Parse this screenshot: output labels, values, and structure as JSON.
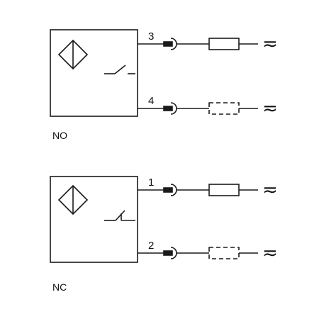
{
  "diagrams": [
    {
      "caption": "NO",
      "switch_type": "normally-open",
      "pins": [
        {
          "number": "3",
          "load": "resistor-solid",
          "supply": "≂"
        },
        {
          "number": "4",
          "load": "resistor-dashed",
          "supply": "≂"
        }
      ]
    },
    {
      "caption": "NC",
      "switch_type": "normally-closed",
      "pins": [
        {
          "number": "1",
          "load": "resistor-solid",
          "supply": "≂"
        },
        {
          "number": "2",
          "load": "resistor-dashed",
          "supply": "≂"
        }
      ]
    }
  ],
  "colors": {
    "line": "#1a1a1a",
    "background": "#ffffff"
  }
}
